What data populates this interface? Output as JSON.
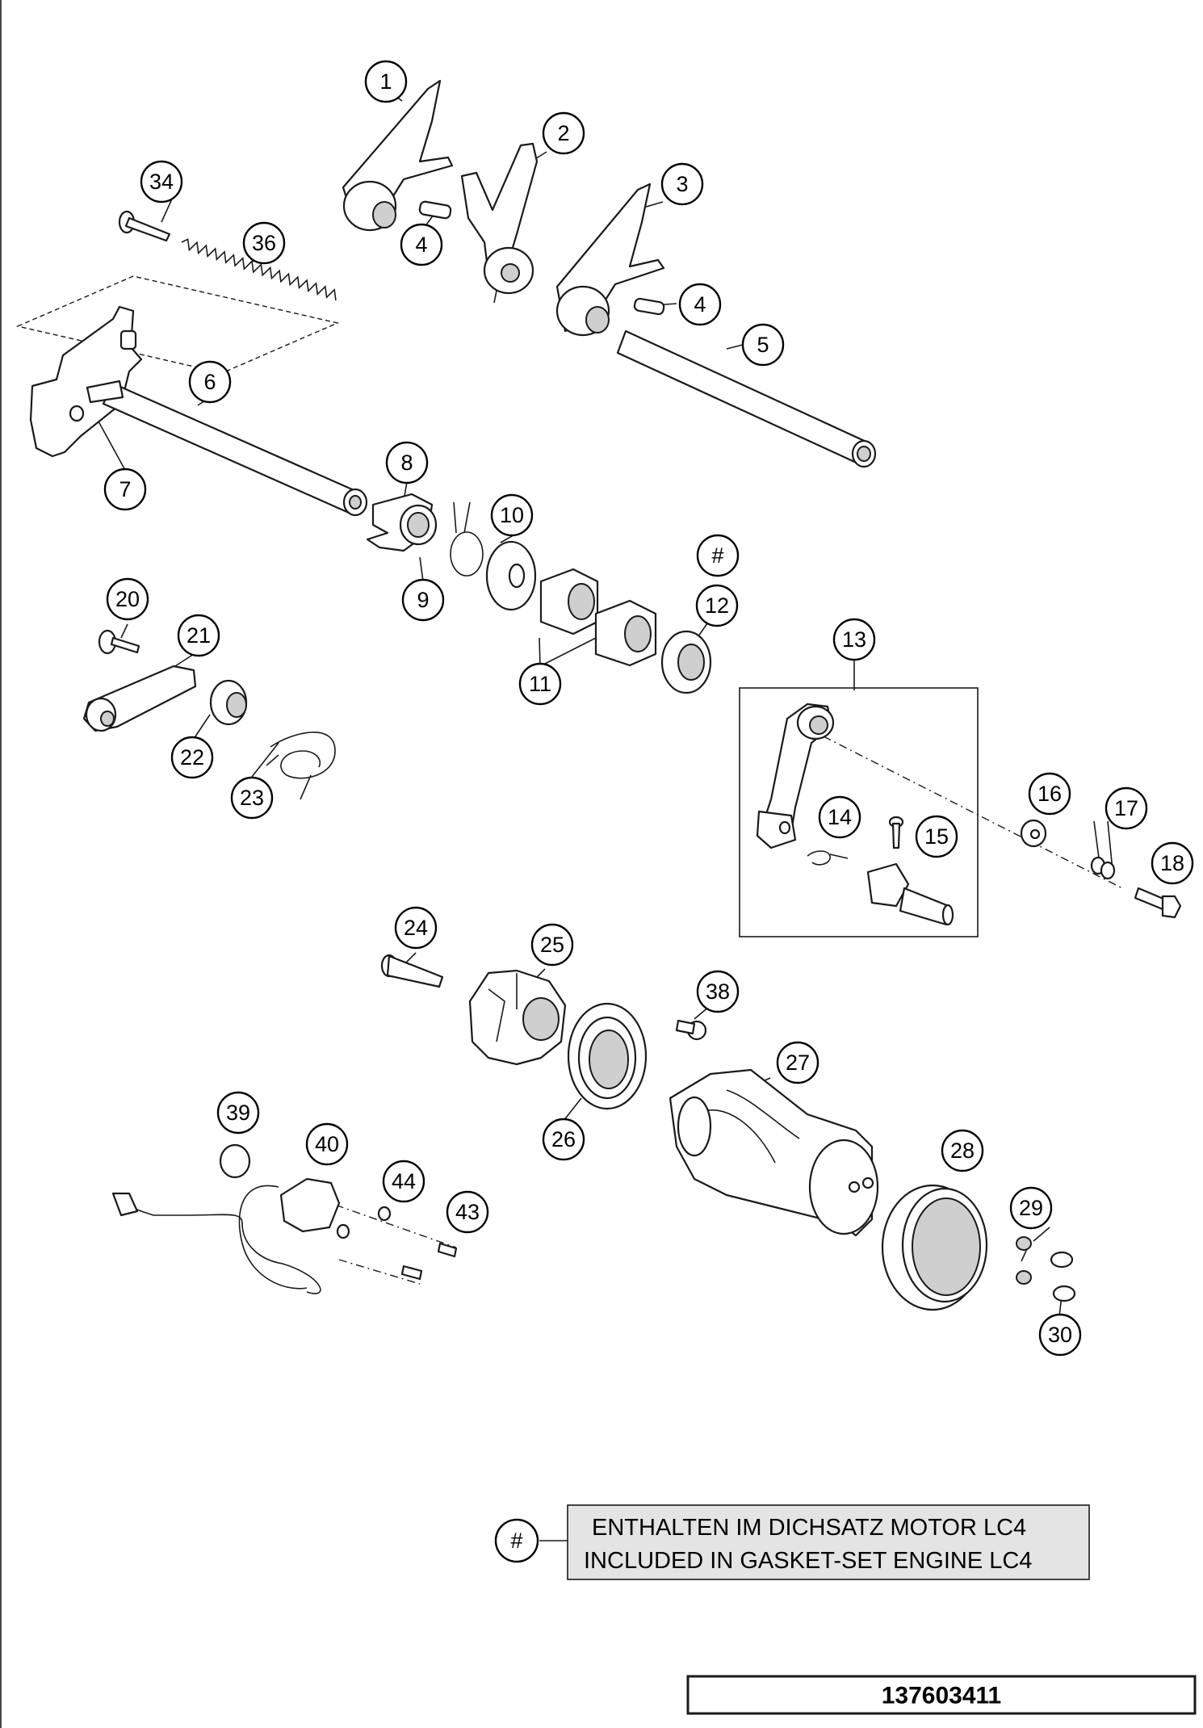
{
  "callouts": [
    {
      "label": "1"
    },
    {
      "label": "2"
    },
    {
      "label": "3"
    },
    {
      "label": "4"
    },
    {
      "label": "4"
    },
    {
      "label": "5"
    },
    {
      "label": "34"
    },
    {
      "label": "36"
    },
    {
      "label": "6"
    },
    {
      "label": "7"
    },
    {
      "label": "8"
    },
    {
      "label": "9"
    },
    {
      "label": "10"
    },
    {
      "label": "#"
    },
    {
      "label": "12"
    },
    {
      "label": "11"
    },
    {
      "label": "20"
    },
    {
      "label": "21"
    },
    {
      "label": "22"
    },
    {
      "label": "23"
    },
    {
      "label": "13"
    },
    {
      "label": "14"
    },
    {
      "label": "15"
    },
    {
      "label": "16"
    },
    {
      "label": "17"
    },
    {
      "label": "18"
    },
    {
      "label": "24"
    },
    {
      "label": "25"
    },
    {
      "label": "38"
    },
    {
      "label": "27"
    },
    {
      "label": "26"
    },
    {
      "label": "39"
    },
    {
      "label": "40"
    },
    {
      "label": "44"
    },
    {
      "label": "43"
    },
    {
      "label": "28"
    },
    {
      "label": "29"
    },
    {
      "label": "30"
    }
  ],
  "legend": {
    "marker": "#",
    "line1": "ENTHALTEN IM DICHSATZ MOTOR LC4",
    "line2": "INCLUDED IN GASKET-SET ENGINE LC4"
  },
  "document_number": "137603411",
  "colors": {
    "line": "#1a1a1a",
    "legend_fill": "#e4e4e4",
    "shade": "#cfcfcf",
    "background": "#ffffff"
  }
}
